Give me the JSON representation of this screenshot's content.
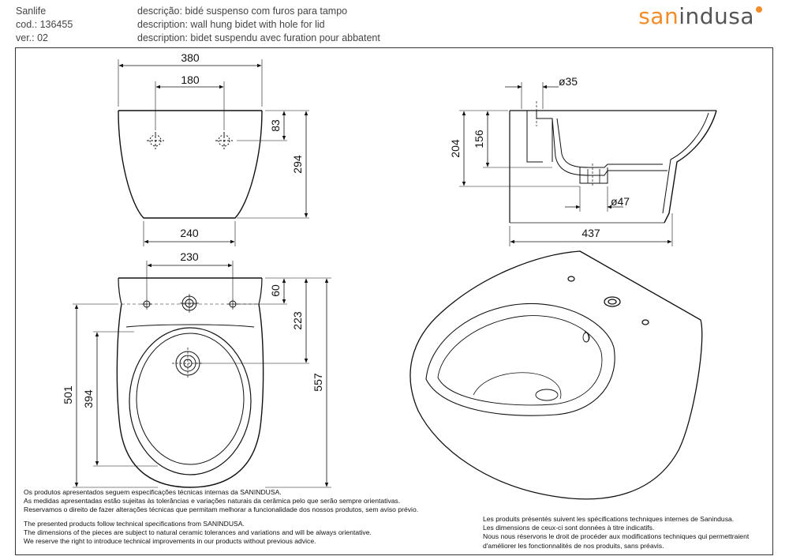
{
  "header": {
    "product_name": "Sanlife",
    "code": "cod.: 136455",
    "version": "ver.: 02",
    "desc_pt": "descrição: bidé suspenso com furos para tampo",
    "desc_en": "description: wall hung bidet with hole for lid",
    "desc_fr": "description: bidet suspendu avec furation pour abbatent",
    "logo_part1": "san",
    "logo_part2": "indusa"
  },
  "dimensions": {
    "front_width": "380",
    "front_holes": "180",
    "front_hole_depth": "83",
    "front_height": "294",
    "front_base": "240",
    "top_holes": "230",
    "top_hole_offset": "60",
    "top_center": "223",
    "top_inner_length": "501",
    "top_bowl_length": "394",
    "top_total_length": "557",
    "side_hole_diameter": "ø35",
    "side_outlet_height": "156",
    "side_height": "204",
    "side_drain_diameter": "ø47",
    "side_depth": "437"
  },
  "notes_left": [
    "Os produtos apresentados seguem especificações técnicas internas da SANINDUSA.",
    "As medidas apresentadas estão sujeitas às tolerâncias e variações naturais da cerâmica pelo que serão sempre orientativas.",
    "Reservamos o direito de fazer alterações técnicas que permitam melhorar a funcionalidade dos nossos produtos, sem aviso prévio.",
    "The presented products follow technical specifications from SANINDUSA.",
    "The dimensions of the pieces are subject to natural ceramic tolerances and variations and will be always orientative.",
    "We reserve the right to introduce technical improvements in our products without previous advice."
  ],
  "notes_right": [
    "Les produits présentés suivent les spécifications techniques internes de Sanindusa.",
    "Les dimensions de ceux-ci sont données à titre indicatifs.",
    "Nous nous réservons le droit de procéder aux modifications techniques qui permettraient",
    "d'améliorer les fonctionnalités de nos produits, sans préavis."
  ],
  "colors": {
    "logo_accent": "#f28c28",
    "line": "#111111"
  }
}
